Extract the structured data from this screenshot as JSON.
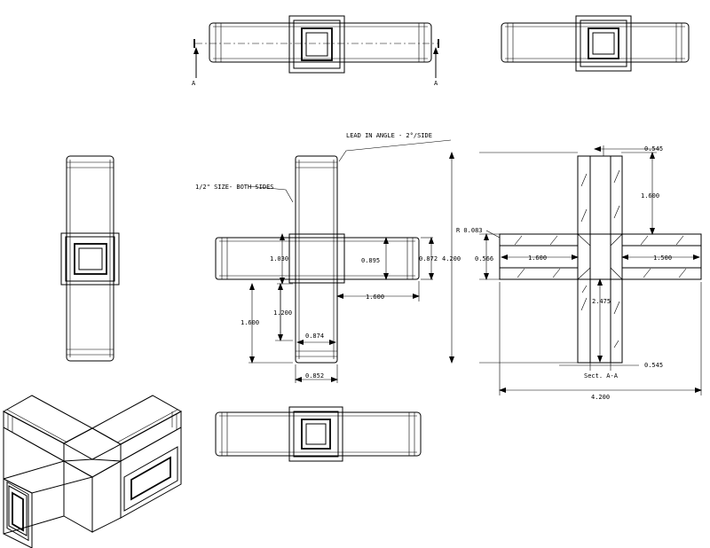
{
  "drawing": {
    "section_marker": "A",
    "labels": {
      "lead_in": "LEAD IN ANGLE - 2°/SIDE",
      "half_inch": "1/2\" SIZE- BOTH SIDES",
      "radius": "R  0.083",
      "section_view": "Sect. A-A"
    },
    "dimensions": {
      "d1_030": "1.030",
      "d0_895": "0.895",
      "d0_872": "0.872",
      "d1_600_horizontal": "1.600",
      "d1_600_vertical": "1.600",
      "d1_200": "1.200",
      "d0_874": "0.874",
      "d0_852": "0.852",
      "d0_545_top": "0.545",
      "d4_200_vertical": "4.200",
      "d1_600_section_vertical": "1.600",
      "d0_566": "0.566",
      "d1_600_section_left": "1.600",
      "d1_500_section_right": "1.500",
      "d2_475": "2.475",
      "d0_545_bottom": "0.545",
      "d4_200_horizontal": "4.200"
    }
  }
}
